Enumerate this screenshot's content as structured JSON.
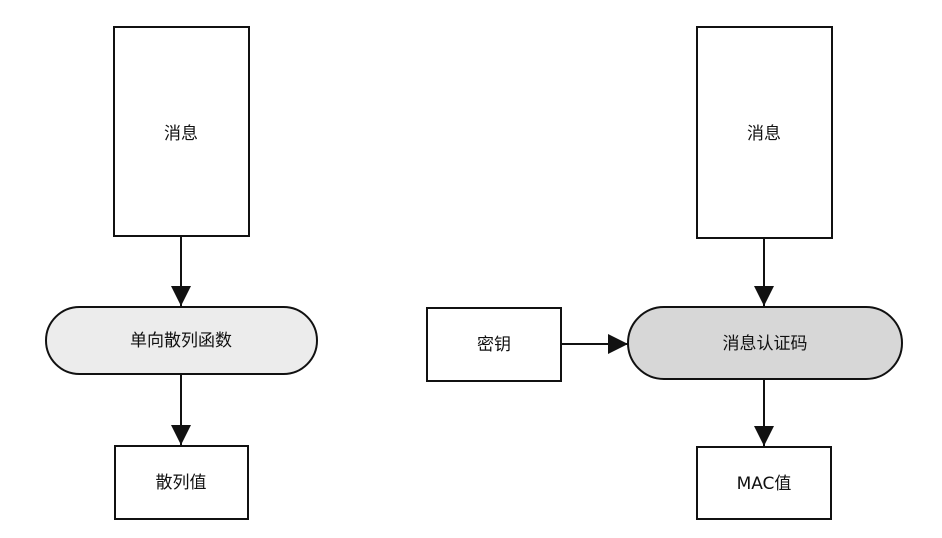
{
  "left_flow": {
    "message_label": "消息",
    "function_label": "单向散列函数",
    "output_label": "散列值"
  },
  "right_flow": {
    "message_label": "消息",
    "key_label": "密钥",
    "function_label": "消息认证码",
    "output_label": "MAC值"
  },
  "colors": {
    "line": "#111111",
    "box_fill": "#ffffff",
    "left_function_fill": "#ececec",
    "right_function_fill": "#d7d7d7",
    "background": "#ffffff"
  }
}
